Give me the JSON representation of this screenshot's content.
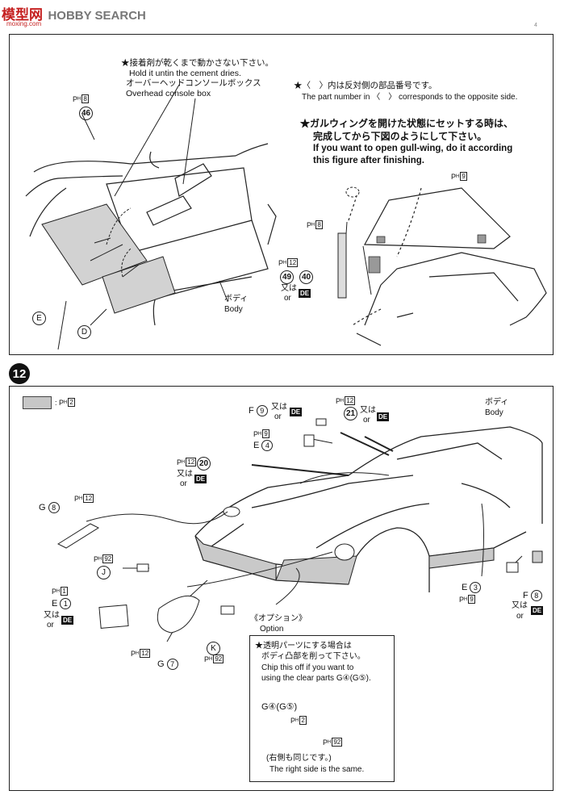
{
  "watermark": {
    "logo_text": "模型网",
    "brand": "HOBBY SEARCH",
    "url": "moxing.com"
  },
  "page_marker": "4",
  "step11": {
    "cement_note_jp": "★接着剤が乾くまで動かさない下さい。",
    "cement_note_en": "Hold it untin the cement dries.",
    "console_jp": "オーバーヘッドコンソールボックス",
    "console_en": "Overhead console box",
    "opposite_note_jp": "★〈　〉内は反対側の部品番号です。",
    "opposite_note_en": "The part number in 〈　〉 corresponds to the opposite side.",
    "gullwing_jp_1": "★ガルウィングを開けた状態にセットする時は、",
    "gullwing_jp_2": "完成してから下図のようにして下さい。",
    "gullwing_en_1": "If you want to open gull-wing, do it according",
    "gullwing_en_2": "this figure after finishing.",
    "ph8_a": "8",
    "part46": "46",
    "ph9": "9",
    "ph8_b": "8",
    "ph12": "12",
    "part49": "49",
    "part40": "40",
    "or_jp": "又は",
    "or_en": "or",
    "de": "DE",
    "body_jp": "ボディ",
    "body_en": "Body",
    "partE": "E",
    "partD": "D"
  },
  "step12": {
    "step_number": "12",
    "legend_ph": "2",
    "F9_letter": "F",
    "F9_num": "9",
    "ph12_top": "12",
    "p21": "21",
    "ph9_top": "9",
    "E4_letter": "E",
    "E4_num": "4",
    "body_jp": "ボディ",
    "body_en": "Body",
    "ph12_wiper": "12",
    "p20": "20",
    "G8_letter": "G",
    "G8_num": "8",
    "ph12_g8": "12",
    "ph92_j": "92",
    "J": "J",
    "ph1": "1",
    "E1_letter": "E",
    "E1_num": "1",
    "ph12_g7": "12",
    "G7_letter": "G",
    "G7_num": "7",
    "K": "K",
    "ph92_k": "92",
    "option_jp": "《オプション》",
    "option_en": "Option",
    "E3_letter": "E",
    "E3_num": "3",
    "ph9_e3": "9",
    "F8_letter": "F",
    "F8_num": "8",
    "clear_jp_1": "★透明パーツにする場合は",
    "clear_jp_2": "ボディ凸部を削って下さい。",
    "clear_en_1": "Chip this off if you want to",
    "clear_en_2": "using the clear parts G④(G⑤).",
    "g45_label": "G④(G⑤)",
    "ph2_callout": "2",
    "ph92_callout": "92",
    "same_jp": "(右側も同じです。)",
    "same_en": "The right side is the same.",
    "or_jp": "又は",
    "or_en": "or",
    "de": "DE",
    "ph_prefix": "P",
    "ph_sub": "H"
  }
}
